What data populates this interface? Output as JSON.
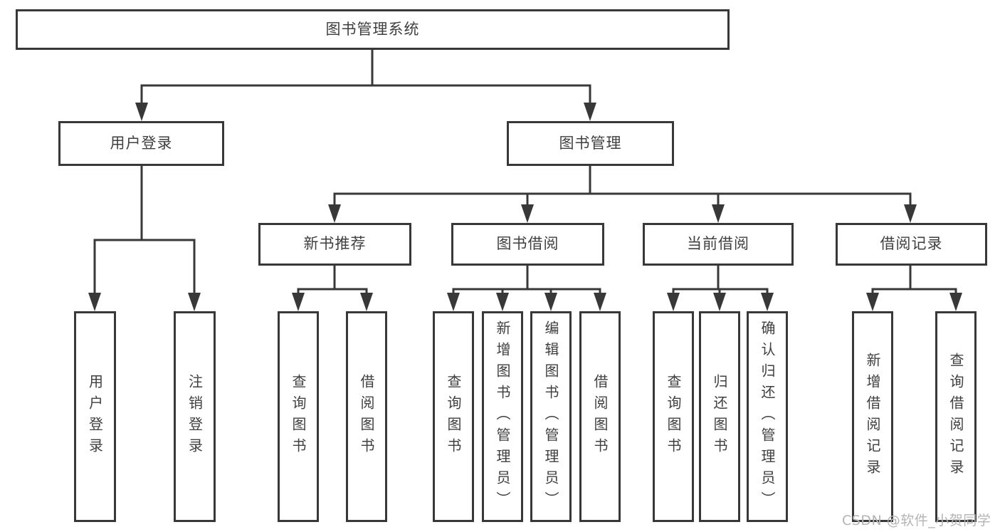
{
  "nodes": {
    "root": {
      "label": "图书管理系统"
    },
    "user_login": {
      "label": "用户登录"
    },
    "book_mgmt": {
      "label": "图书管理"
    },
    "new_book_rec": {
      "label": "新书推荐"
    },
    "book_borrow": {
      "label": "图书借阅"
    },
    "current_borrow": {
      "label": "当前借阅"
    },
    "borrow_records": {
      "label": "借阅记录"
    },
    "ul_login": {
      "label": "用户登录"
    },
    "ul_logout": {
      "label": "注销登录"
    },
    "nbr_query": {
      "label": "查询图书"
    },
    "nbr_borrow": {
      "label": "借阅图书"
    },
    "bb_query": {
      "label": "查询图书"
    },
    "bb_add": {
      "label": "新增图书（管理员）"
    },
    "bb_edit": {
      "label": "编辑图书（管理员）"
    },
    "bb_borrow": {
      "label": "借阅图书"
    },
    "cb_query": {
      "label": "查询图书"
    },
    "cb_return": {
      "label": "归还图书"
    },
    "cb_confirm": {
      "label": "确认归还（管理员）"
    },
    "br_add": {
      "label": "新增借阅记录"
    },
    "br_query": {
      "label": "查询借阅记录"
    }
  },
  "edges": [
    [
      "root",
      "user_login"
    ],
    [
      "root",
      "book_mgmt"
    ],
    [
      "user_login",
      "ul_login"
    ],
    [
      "user_login",
      "ul_logout"
    ],
    [
      "book_mgmt",
      "new_book_rec"
    ],
    [
      "book_mgmt",
      "book_borrow"
    ],
    [
      "book_mgmt",
      "current_borrow"
    ],
    [
      "book_mgmt",
      "borrow_records"
    ],
    [
      "new_book_rec",
      "nbr_query"
    ],
    [
      "new_book_rec",
      "nbr_borrow"
    ],
    [
      "book_borrow",
      "bb_query"
    ],
    [
      "book_borrow",
      "bb_add"
    ],
    [
      "book_borrow",
      "bb_edit"
    ],
    [
      "book_borrow",
      "bb_borrow"
    ],
    [
      "current_borrow",
      "cb_query"
    ],
    [
      "current_borrow",
      "cb_return"
    ],
    [
      "current_borrow",
      "cb_confirm"
    ],
    [
      "borrow_records",
      "br_add"
    ],
    [
      "borrow_records",
      "br_query"
    ]
  ],
  "watermark": {
    "text": "CSDN @软件_小贺同学"
  },
  "colors": {
    "line": "#383838",
    "box_border": "#383838",
    "box_background": "#ffffff",
    "text": "#3f3f3f",
    "watermark": "#b4b4b4"
  }
}
